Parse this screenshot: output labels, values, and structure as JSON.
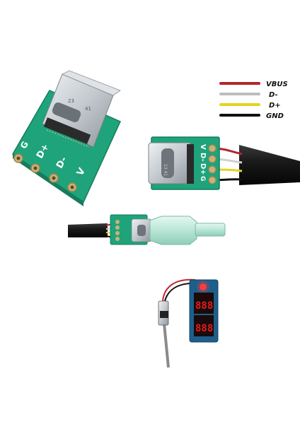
{
  "legend": {
    "items": [
      {
        "label": "VBUS",
        "color": "#b3262e"
      },
      {
        "label": "D-",
        "color": "#bdbdbd"
      },
      {
        "label": "D+",
        "color": "#e8d21d"
      },
      {
        "label": "GND",
        "color": "#111111"
      }
    ]
  },
  "board_large": {
    "pins": [
      "G",
      "D+",
      "D-",
      "V"
    ]
  },
  "board_medium": {
    "pins": [
      "V",
      "D-",
      "D+",
      "G"
    ]
  },
  "colors": {
    "pcb_green": "#1fa37a",
    "pcb_green_dark": "#157d5c",
    "pad_gold": "#c9b27a",
    "metal": "#c9ced3",
    "cable": "#1b1b1b",
    "display_red": "#e11b1b"
  },
  "display": {
    "top": "888",
    "bottom": "888"
  }
}
